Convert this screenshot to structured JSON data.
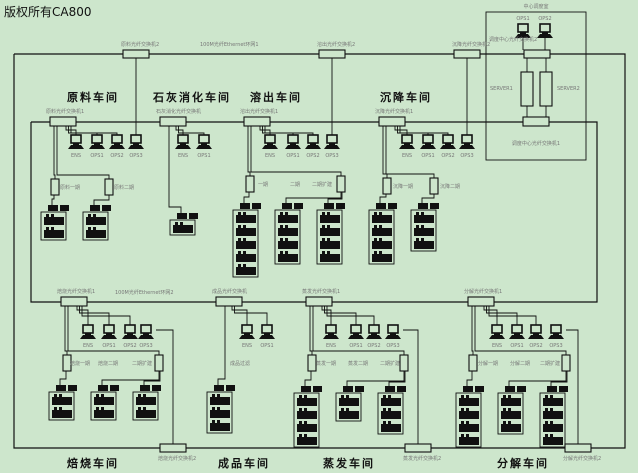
{
  "title": "版权所有CA800",
  "ring1_label": "100M光纤Ethernet环网1",
  "ring2_label": "100M光纤Ethernet环网2",
  "control_room": {
    "title": "中心调度室",
    "ops": [
      "OPS1",
      "OPS2"
    ],
    "switch2": "调度中心光纤交换机2",
    "switch1": "调度中心光纤交换机1",
    "servers": [
      "SERVER1",
      "SERVER2"
    ]
  },
  "workshops": [
    {
      "name": "原料车间",
      "switch1": "原料光纤交换机1",
      "switch2": "原料光纤交换机2",
      "stations": [
        "ENS",
        "OPS1",
        "OPS2",
        "OPS3"
      ],
      "subs": [
        "原料一期",
        "原料二期"
      ],
      "racks": [
        2,
        2
      ]
    },
    {
      "name": "石灰消化车间",
      "switch1": "石灰消化光纤交换机",
      "switch2": null,
      "stations": [
        "ENS",
        "OPS1"
      ],
      "subs": [],
      "racks": [
        1
      ]
    },
    {
      "name": "溶出车间",
      "switch1": "溶出光纤交换机1",
      "switch2": "溶出光纤交换机2",
      "stations": [
        "ENS",
        "OPS1",
        "OPS2",
        "OPS3"
      ],
      "subs": [
        "一期",
        "二期",
        "二期扩建"
      ],
      "racks": [
        5,
        4,
        4
      ]
    },
    {
      "name": "沉降车间",
      "switch1": "沉降光纤交换机1",
      "switch2": "沉降光纤交换机2",
      "stations": [
        "ENS",
        "OPS1",
        "OPS2",
        "OPS3"
      ],
      "subs": [
        "沉降一期",
        "沉降二期"
      ],
      "racks": [
        4,
        3
      ]
    },
    {
      "name": "焙烧车间",
      "switch1": "焙烧光纤交换机1",
      "switch2": "焙烧光纤交换机2",
      "stations": [
        "ENS",
        "OPS1",
        "OPS2",
        "OPS3"
      ],
      "subs": [
        "焙烧一期",
        "焙烧二期",
        "二期扩建"
      ],
      "racks": [
        2,
        2,
        2
      ]
    },
    {
      "name": "成品车间",
      "switch1": "成品光纤交换机",
      "switch2": null,
      "stations": [
        "ENS",
        "OPS1"
      ],
      "subs": [
        "成品过滤"
      ],
      "racks": [
        3
      ]
    },
    {
      "name": "蒸发车间",
      "switch1": "蒸发光纤交换机1",
      "switch2": "蒸发光纤交换机2",
      "stations": [
        "ENS",
        "OPS1",
        "OPS2",
        "OPS3"
      ],
      "subs": [
        "蒸发一期",
        "蒸发二期",
        "二期扩建"
      ],
      "racks": [
        4,
        2,
        3
      ]
    },
    {
      "name": "分解车间",
      "switch1": "分解光纤交换机1",
      "switch2": "分解光纤交换机2",
      "stations": [
        "ENS",
        "OPS1",
        "OPS2",
        "OPS3"
      ],
      "subs": [
        "分解一期",
        "分解二期",
        "二期扩建"
      ],
      "racks": [
        4,
        3,
        4
      ]
    }
  ]
}
